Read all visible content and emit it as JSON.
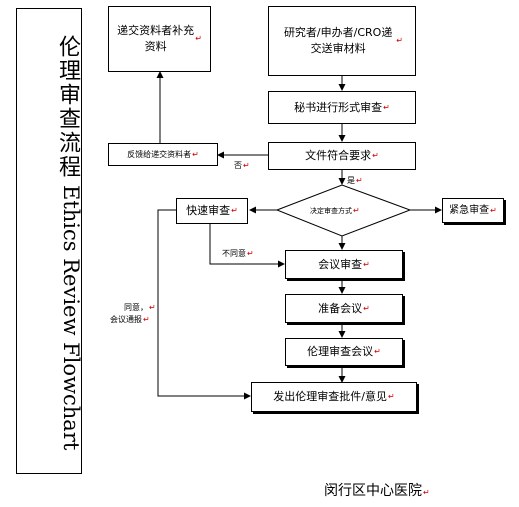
{
  "title": {
    "cn": "伦理审查流程",
    "en": "Ethics Review Flowchart"
  },
  "nodes": {
    "supplement": "递交资料者补充资料",
    "submit": "研究者/申办者/CRO递交送审材料",
    "formal_review": "秘书进行形式审查",
    "feedback": "反馈给递交资料者",
    "meets_requirements": "文件符合要求",
    "decide_method": "决定审查方式",
    "fast_review": "快速审查",
    "urgent_review": "紧急审查",
    "meeting_review": "会议审查",
    "prepare_meeting": "准备会议",
    "ethics_meeting": "伦理审查会议",
    "issue_approval": "发出伦理审查批件/意见"
  },
  "edge_labels": {
    "no": "否",
    "yes": "是",
    "disagree": "不同意",
    "agree": "同意，",
    "agree_line2": "会议通报"
  },
  "footer": "闵行区中心医院",
  "colors": {
    "line": "#000000",
    "mark": "#cc0000"
  }
}
